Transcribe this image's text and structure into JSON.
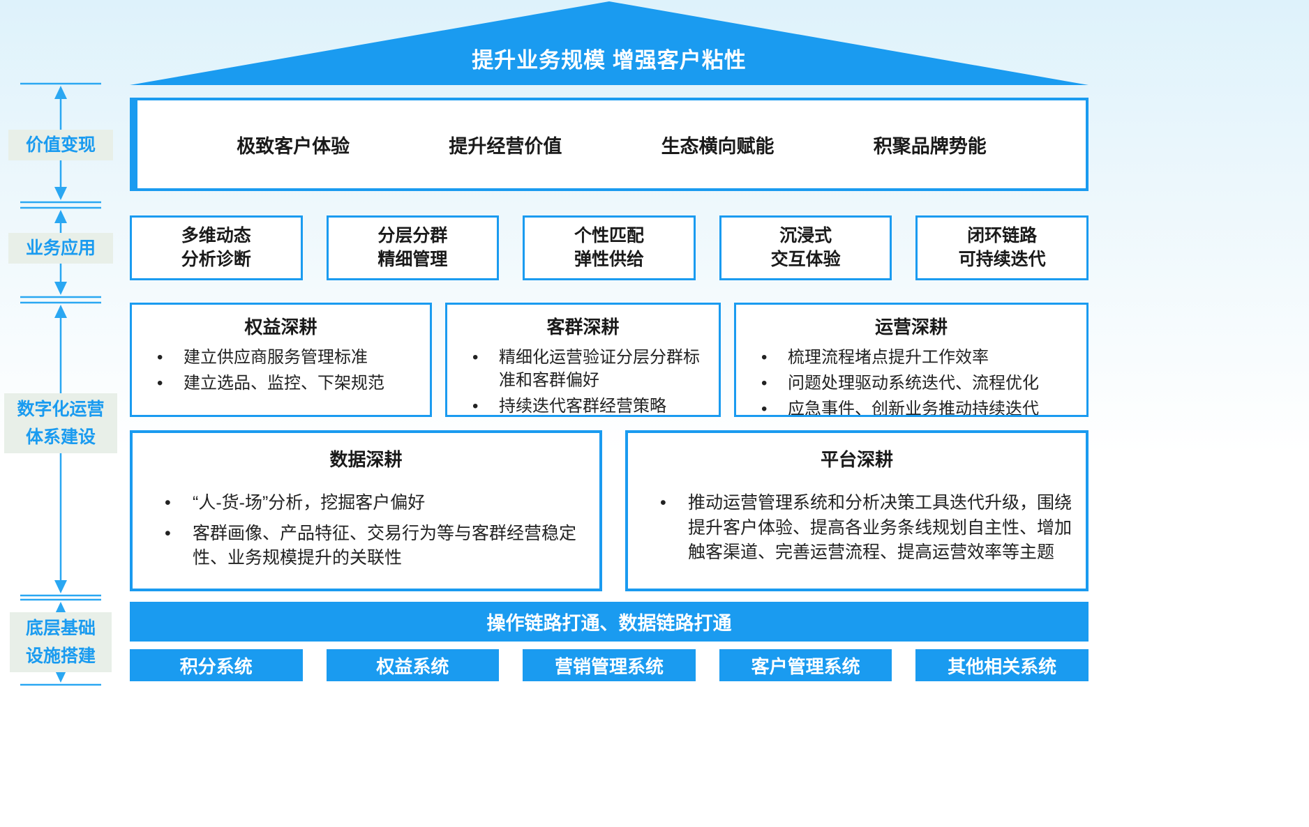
{
  "colors": {
    "accent": "#1a9bf0",
    "arrow": "#2aa7f2",
    "side_label_bg": "#e8efe8",
    "side_label_text": "#1a9bf0",
    "box_text": "#1a1a1a",
    "bar_text": "#ffffff"
  },
  "roof": {
    "title": "提升业务规模 增强客户粘性"
  },
  "side": {
    "value_label": "价值变现",
    "business_label": "业务应用",
    "digital_label_line1": "数字化运营",
    "digital_label_line2": "体系建设",
    "infra_label_line1": "底层基础",
    "infra_label_line2": "设施搭建"
  },
  "value_row": {
    "items": [
      "极致客户体验",
      "提升经营价值",
      "生态横向赋能",
      "积聚品牌势能"
    ]
  },
  "application_row": {
    "items": [
      {
        "line1": "多维动态",
        "line2": "分析诊断"
      },
      {
        "line1": "分层分群",
        "line2": "精细管理"
      },
      {
        "line1": "个性匹配",
        "line2": "弹性供给"
      },
      {
        "line1": "沉浸式",
        "line2": "交互体验"
      },
      {
        "line1": "闭环链路",
        "line2": "可持续迭代"
      }
    ]
  },
  "cultivation_top": [
    {
      "title": "权益深耕",
      "bullets": [
        "建立供应商服务管理标准",
        "建立选品、监控、下架规范"
      ]
    },
    {
      "title": "客群深耕",
      "bullets": [
        "精细化运营验证分层分群标准和客群偏好",
        "持续迭代客群经营策略"
      ]
    },
    {
      "title": "运营深耕",
      "bullets": [
        "梳理流程堵点提升工作效率",
        "问题处理驱动系统迭代、流程优化",
        "应急事件、创新业务推动持续迭代"
      ]
    }
  ],
  "cultivation_bottom": [
    {
      "title": "数据深耕",
      "bullets": [
        "“人-货-场”分析，挖掘客户偏好",
        "客群画像、产品特征、交易行为等与客群经营稳定性、业务规模提升的关联性"
      ]
    },
    {
      "title": "平台深耕",
      "bullets": [
        "推动运营管理系统和分析决策工具迭代升级，围绕提升客户体验、提高各业务条线规划自主性、增加触客渠道、完善运营流程、提高运营效率等主题"
      ]
    }
  ],
  "infrastructure": {
    "bar_title": "操作链路打通、数据链路打通",
    "systems": [
      "积分系统",
      "权益系统",
      "营销管理系统",
      "客户管理系统",
      "其他相关系统"
    ]
  }
}
